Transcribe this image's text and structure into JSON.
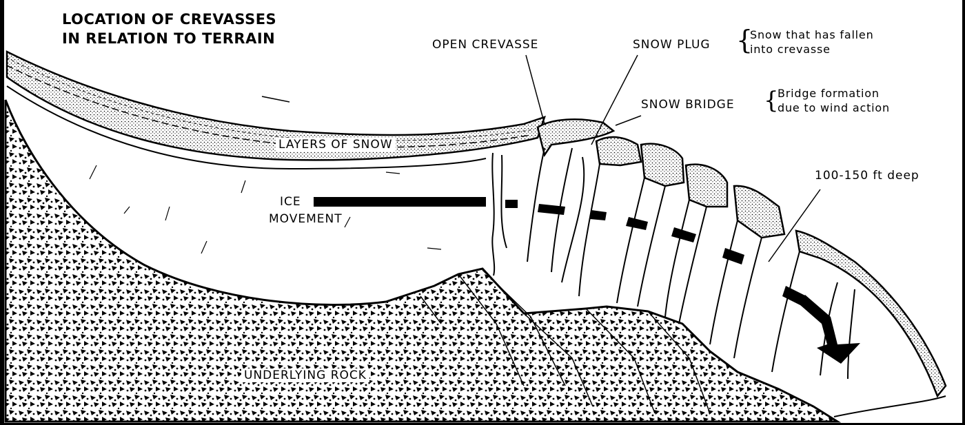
{
  "title": {
    "line1": "LOCATION OF CREVASSES",
    "line2": "IN RELATION TO TERRAIN"
  },
  "labels": {
    "open_crevasse": "OPEN CREVASSE",
    "snow_plug": "SNOW PLUG",
    "snow_plug_note_1": "Snow that has fallen",
    "snow_plug_note_2": "into crevasse",
    "snow_bridge": "SNOW BRIDGE",
    "snow_bridge_note_1": "Bridge formation",
    "snow_bridge_note_2": "due to wind action",
    "depth": "100-150 ft deep",
    "layers_of_snow": "LAYERS OF SNOW",
    "ice": "ICE",
    "movement": "MOVEMENT",
    "underlying_rock": "UNDERLYING ROCK"
  },
  "colors": {
    "ink": "#000000",
    "paper": "#ffffff"
  }
}
